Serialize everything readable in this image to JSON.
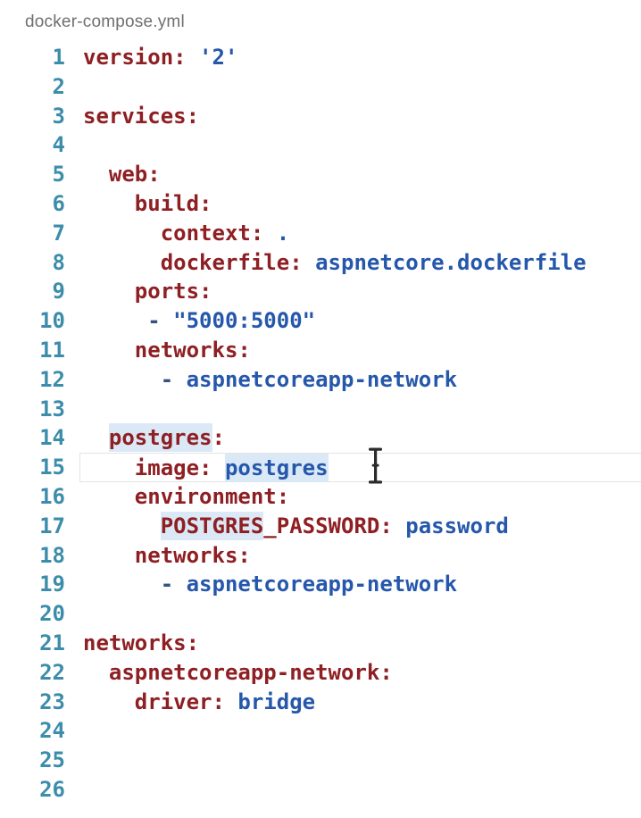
{
  "file": {
    "title": "docker-compose.yml"
  },
  "editor": {
    "language": "yaml",
    "current_line": 15,
    "colors": {
      "key": "#8e1f23",
      "value": "#2557ab",
      "punctuation": "#35537f",
      "line_number": "#3c8dab",
      "occurrence_highlight_bg": "#dbe9f7",
      "current_line_border": "#e4e4e4",
      "title_text": "#6f6f6f",
      "background": "#ffffff"
    },
    "lines": [
      {
        "n": 1,
        "segs": [
          [
            "key",
            "version:"
          ],
          [
            "plain",
            " "
          ],
          [
            "value",
            "'2'"
          ]
        ]
      },
      {
        "n": 2,
        "segs": []
      },
      {
        "n": 3,
        "segs": [
          [
            "key",
            "services:"
          ]
        ]
      },
      {
        "n": 4,
        "segs": []
      },
      {
        "n": 5,
        "segs": [
          [
            "plain",
            "  "
          ],
          [
            "key",
            "web:"
          ]
        ]
      },
      {
        "n": 6,
        "segs": [
          [
            "plain",
            "    "
          ],
          [
            "key",
            "build:"
          ]
        ]
      },
      {
        "n": 7,
        "segs": [
          [
            "plain",
            "      "
          ],
          [
            "key",
            "context:"
          ],
          [
            "plain",
            " "
          ],
          [
            "value",
            "."
          ]
        ]
      },
      {
        "n": 8,
        "segs": [
          [
            "plain",
            "      "
          ],
          [
            "key",
            "dockerfile:"
          ],
          [
            "plain",
            " "
          ],
          [
            "value",
            "aspnetcore.dockerfile"
          ]
        ]
      },
      {
        "n": 9,
        "segs": [
          [
            "plain",
            "    "
          ],
          [
            "key",
            "ports:"
          ]
        ]
      },
      {
        "n": 10,
        "segs": [
          [
            "plain",
            "     "
          ],
          [
            "punct",
            "-"
          ],
          [
            "plain",
            " "
          ],
          [
            "value",
            "\"5000:5000\""
          ]
        ]
      },
      {
        "n": 11,
        "segs": [
          [
            "plain",
            "    "
          ],
          [
            "key",
            "networks:"
          ]
        ]
      },
      {
        "n": 12,
        "segs": [
          [
            "plain",
            "      "
          ],
          [
            "punct",
            "-"
          ],
          [
            "plain",
            " "
          ],
          [
            "value",
            "aspnetcoreapp-network"
          ]
        ]
      },
      {
        "n": 13,
        "segs": []
      },
      {
        "n": 14,
        "segs": [
          [
            "plain",
            "  "
          ],
          [
            "key",
            "postgres",
            true
          ],
          [
            "key",
            ":"
          ]
        ]
      },
      {
        "n": 15,
        "current": true,
        "segs": [
          [
            "plain",
            "    "
          ],
          [
            "key",
            "image:"
          ],
          [
            "plain",
            " "
          ],
          [
            "value",
            "postgres",
            true
          ]
        ]
      },
      {
        "n": 16,
        "segs": [
          [
            "plain",
            "    "
          ],
          [
            "key",
            "environment:"
          ]
        ]
      },
      {
        "n": 17,
        "segs": [
          [
            "plain",
            "      "
          ],
          [
            "key",
            "POSTGRES",
            true
          ],
          [
            "key",
            "_PASSWORD:"
          ],
          [
            "plain",
            " "
          ],
          [
            "value",
            "password"
          ]
        ]
      },
      {
        "n": 18,
        "segs": [
          [
            "plain",
            "    "
          ],
          [
            "key",
            "networks:"
          ]
        ]
      },
      {
        "n": 19,
        "segs": [
          [
            "plain",
            "      "
          ],
          [
            "punct",
            "-"
          ],
          [
            "plain",
            " "
          ],
          [
            "value",
            "aspnetcoreapp-network"
          ]
        ]
      },
      {
        "n": 20,
        "segs": []
      },
      {
        "n": 21,
        "segs": [
          [
            "key",
            "networks:"
          ]
        ]
      },
      {
        "n": 22,
        "segs": [
          [
            "plain",
            "  "
          ],
          [
            "key",
            "aspnetcoreapp-network:"
          ]
        ]
      },
      {
        "n": 23,
        "segs": [
          [
            "plain",
            "    "
          ],
          [
            "key",
            "driver:"
          ],
          [
            "plain",
            " "
          ],
          [
            "value",
            "bridge"
          ]
        ]
      },
      {
        "n": 24,
        "segs": []
      },
      {
        "n": 25,
        "segs": []
      },
      {
        "n": 26,
        "segs": []
      }
    ]
  }
}
